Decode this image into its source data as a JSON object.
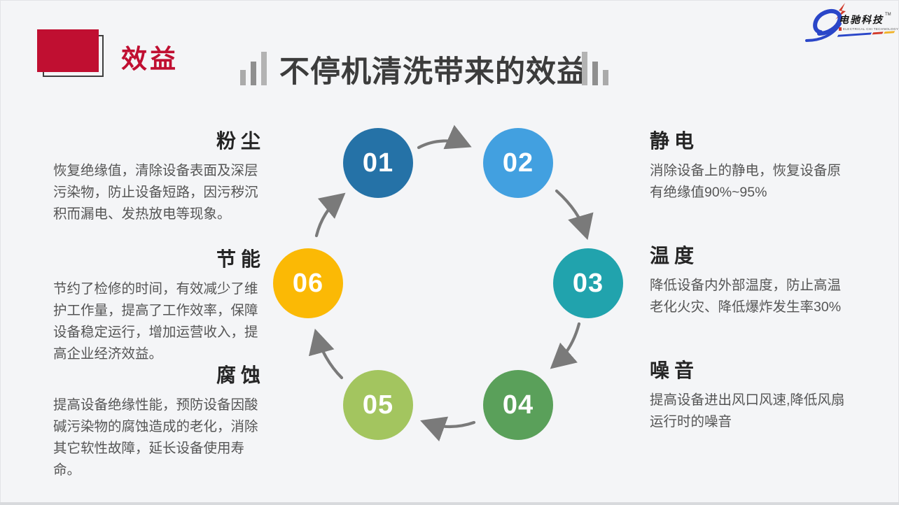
{
  "slide": {
    "background": "#f4f5f7",
    "accent_color": "#c00f31",
    "title_color": "#3c3c3c"
  },
  "header": {
    "section_label": "效益",
    "title": "不停机清洗带来的效益"
  },
  "logo": {
    "company_name": "电驰科技",
    "company_name_en": "ELECTRICAL CHI TECHNOLOGY",
    "trademark": "TM",
    "brand_blue": "#2a46c8",
    "brand_red": "#d23a2a",
    "brand_yellow": "#f0b32a"
  },
  "cycle": {
    "arrow_color": "#7a7a7a",
    "steps": [
      {
        "number": "01",
        "color": "#2572a7"
      },
      {
        "number": "02",
        "color": "#42a0e0"
      },
      {
        "number": "03",
        "color": "#21a3ad"
      },
      {
        "number": "04",
        "color": "#5aa05a"
      },
      {
        "number": "05",
        "color": "#a3c55f"
      },
      {
        "number": "06",
        "color": "#fbb905"
      }
    ]
  },
  "benefits_left": [
    {
      "title": "粉尘",
      "body": "恢复绝缘值，清除设备表面及深层污染物，防止设备短路，因污秽沉积而漏电、发热放电等现象。"
    },
    {
      "title": "节能",
      "body": "节约了检修的时间，有效减少了维护工作量，提高了工作效率，保障设备稳定运行，增加运营收入，提高企业经济效益。"
    },
    {
      "title": "腐蚀",
      "body": "提高设备绝缘性能，预防设备因酸碱污染物的腐蚀造成的老化，消除其它软性故障，延长设备使用寿命。"
    }
  ],
  "benefits_right": [
    {
      "title": "静电",
      "body": "消除设备上的静电，恢复设备原有绝缘值90%~95%"
    },
    {
      "title": "温度",
      "body": "降低设备内外部温度，防止高温老化火灾、降低爆炸发生率30%"
    },
    {
      "title": "噪音",
      "body": "提高设备进出风口风速,降低风扇运行时的噪音"
    }
  ]
}
